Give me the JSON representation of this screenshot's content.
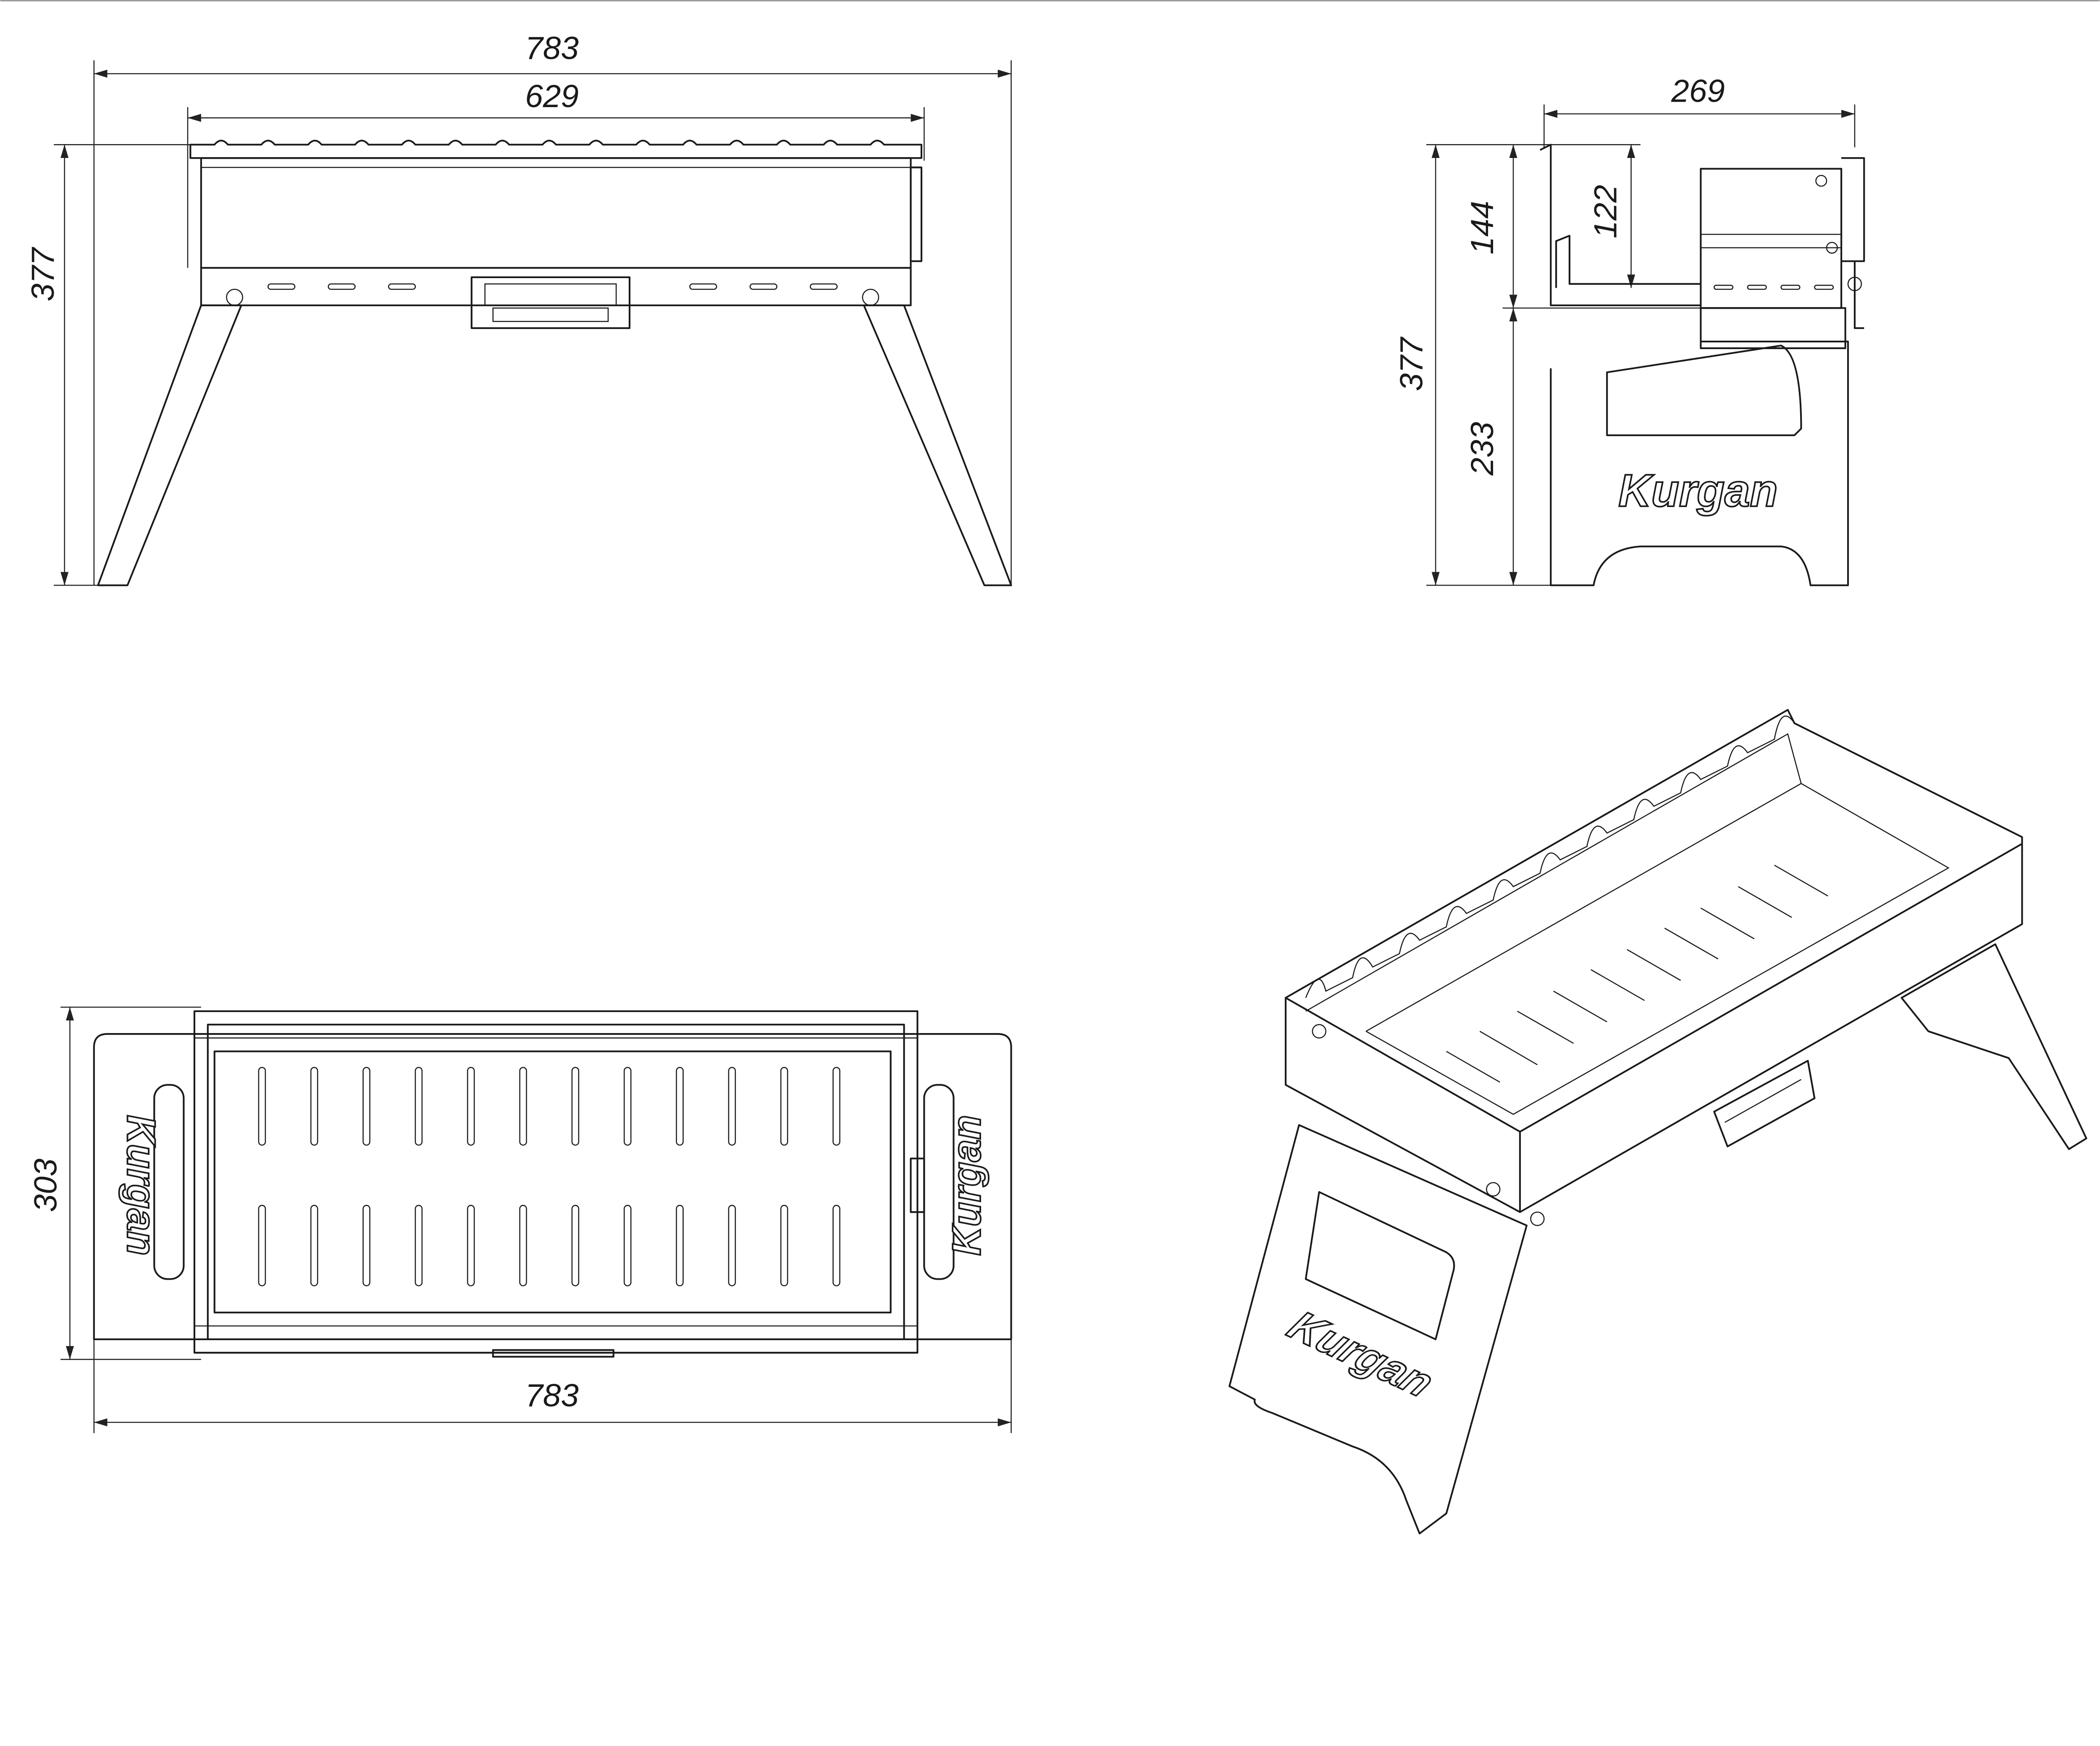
{
  "drawing": {
    "logo_text": "Kurgan",
    "front_view": {
      "overall_width": "783",
      "grill_width": "629",
      "overall_height": "377"
    },
    "side_view": {
      "depth": "269",
      "box_height": "144",
      "inner_height": "122",
      "overall_height": "377",
      "leg_height": "233"
    },
    "top_view": {
      "depth": "303",
      "overall_width": "783"
    }
  }
}
